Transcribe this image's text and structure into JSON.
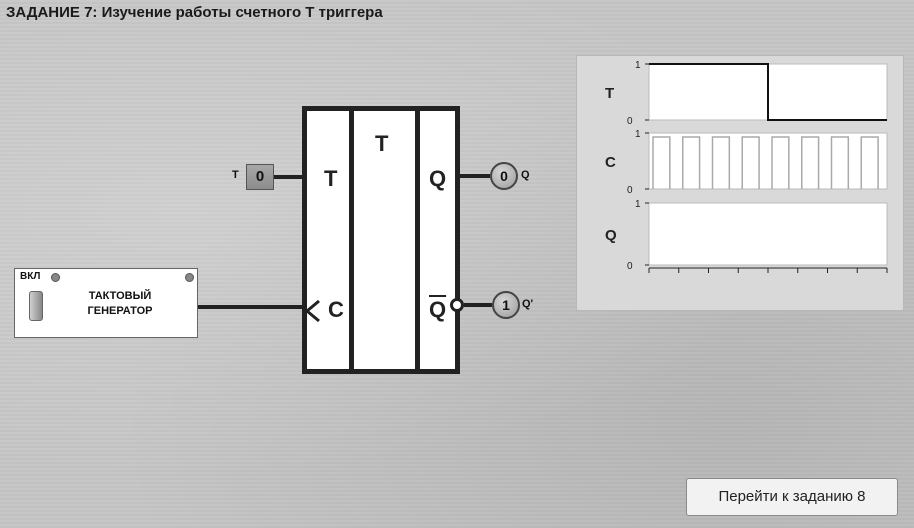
{
  "title": "ЗАДАНИЕ 7: Изучение работы счетного Т триггера",
  "flipflop": {
    "header": "T",
    "input_t": "T",
    "input_c": "C",
    "output_q": "Q",
    "output_qbar": "Q"
  },
  "t_input": {
    "label": "T",
    "value": "0"
  },
  "q_output": {
    "value": "0",
    "label": "Q"
  },
  "qbar_output": {
    "value": "1",
    "label": "Q'"
  },
  "generator": {
    "switch_label": "ВКЛ",
    "name_line1": "ТАКТОВЫЙ",
    "name_line2": "ГЕНЕРАТОР"
  },
  "chart_data": {
    "type": "line",
    "traces": [
      {
        "name": "T",
        "y_max_label": "1",
        "y_min_label": "0",
        "transitions": [
          1,
          1,
          1,
          1,
          0,
          0,
          0,
          0
        ]
      },
      {
        "name": "C",
        "y_max_label": "1",
        "y_min_label": "0",
        "pulses": 8
      },
      {
        "name": "Q",
        "y_max_label": "1",
        "y_min_label": "0",
        "transitions": []
      }
    ],
    "x_ticks": 8
  },
  "next_button": "Перейти к заданию 8"
}
